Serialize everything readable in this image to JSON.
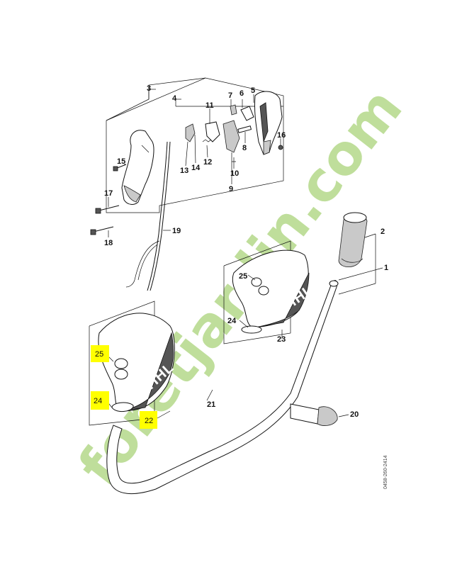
{
  "parts": {
    "p1": "1",
    "p2": "2",
    "p3": "3",
    "p4": "4",
    "p5": "5",
    "p6": "6",
    "p7": "7",
    "p8": "8",
    "p9": "9",
    "p10": "10",
    "p11": "11",
    "p12": "12",
    "p13": "13",
    "p14": "14",
    "p15": "15",
    "p16": "16",
    "p17": "17",
    "p18": "18",
    "p19": "19",
    "p20": "20",
    "p21": "21",
    "p23": "23",
    "p24_upper": "24",
    "p25_upper": "25"
  },
  "highlighted_parts": {
    "p22": "22",
    "p24": "24",
    "p25": "25",
    "highlight_color": "#ffff00"
  },
  "brand_label": "STIHL",
  "reference_code": "0458-260-2414",
  "watermark": {
    "text": "foretjardin.com",
    "color_green": "#b5d98a",
    "color_tan": "#c9b8a2"
  }
}
